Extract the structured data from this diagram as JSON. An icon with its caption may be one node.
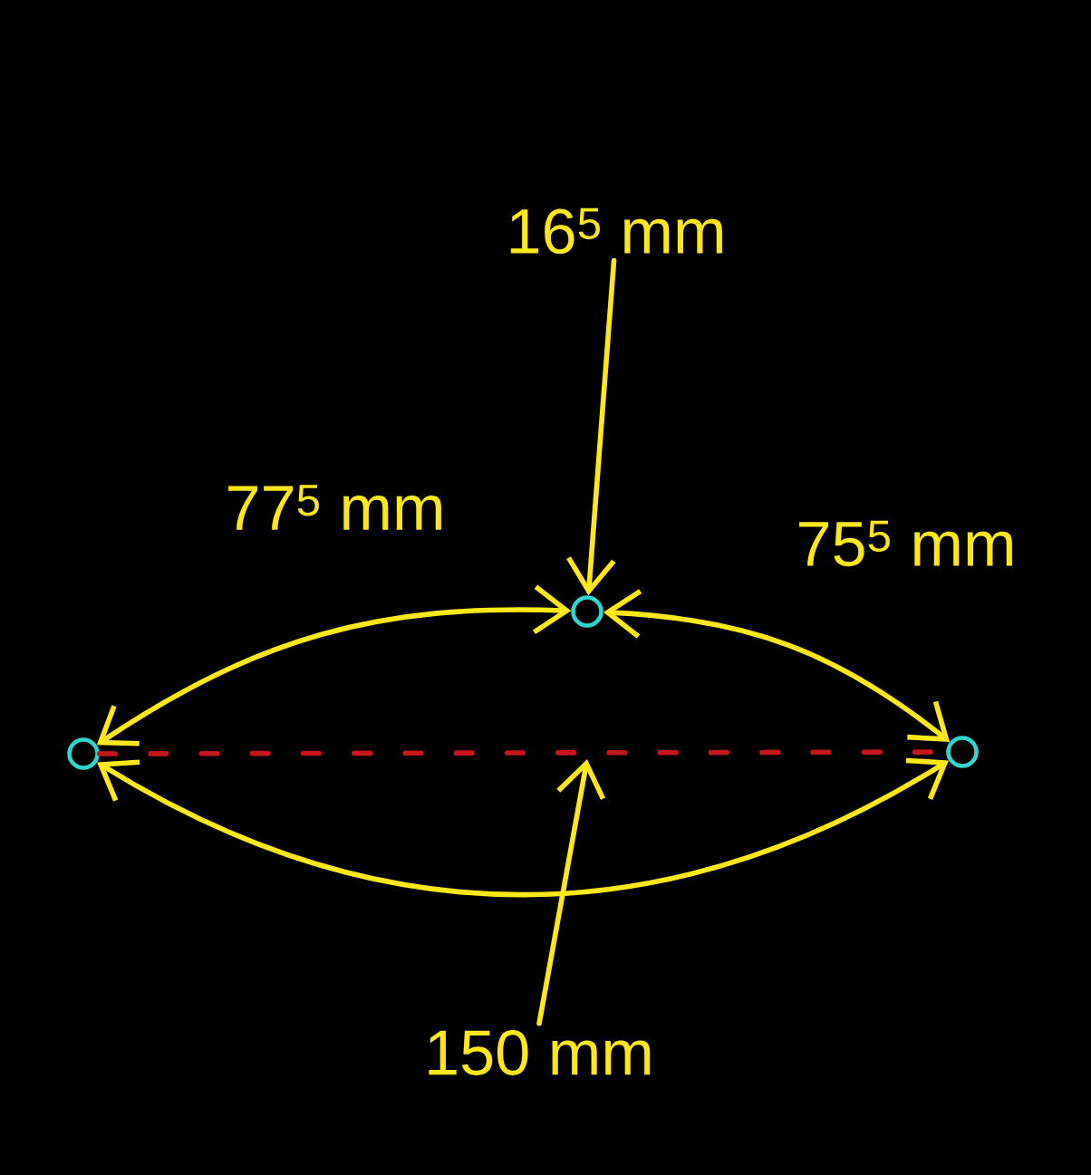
{
  "diagram": {
    "nodes": [
      {
        "text": [],
        "shape": "circle"
      },
      {
        "text": [],
        "shape": "circle"
      },
      {
        "text": [],
        "shape": "circle"
      },
      {
        "text": [
          "16$^{5}$ mm"
        ]
      },
      {
        "text": [
          "150 mm"
        ]
      }
    ],
    "edges": [
      {
        "from": 0,
        "to": 1,
        "arrow": "both",
        "label": "77$^{5}$ mm"
      },
      {
        "from": 1,
        "to": 2,
        "arrow": "both",
        "label": "75$^{5}$ mm"
      },
      {
        "from": 0,
        "to": 2,
        "arrow": "both"
      },
      {
        "from": 0,
        "to": 2,
        "arrow": "none",
        "style": "dashed",
        "color": "#c8161b"
      },
      {
        "from": 3,
        "to": 1,
        "arrow": "to"
      },
      {
        "from": 4,
        "to": null,
        "arrow": "to"
      }
    ]
  }
}
